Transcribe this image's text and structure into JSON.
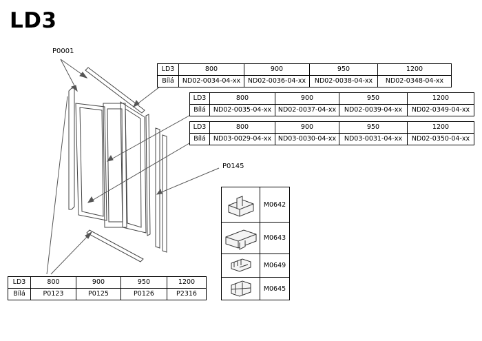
{
  "title": "LD3",
  "callouts": {
    "p0001": "P0001",
    "p0145": "P0145"
  },
  "table_top": {
    "header": [
      "LD3",
      "800",
      "900",
      "950",
      "1200"
    ],
    "row": [
      "Bílá",
      "ND02-0034-04-xx",
      "ND02-0036-04-xx",
      "ND02-0038-04-xx",
      "ND02-0348-04-xx"
    ]
  },
  "table_mid": {
    "header": [
      "LD3",
      "800",
      "900",
      "950",
      "1200"
    ],
    "row": [
      "Bílá",
      "ND02-0035-04-xx",
      "ND02-0037-04-xx",
      "ND02-0039-04-xx",
      "ND02-0349-04-xx"
    ]
  },
  "table_low": {
    "header": [
      "LD3",
      "800",
      "900",
      "950",
      "1200"
    ],
    "row": [
      "Bílá",
      "ND03-0029-04-xx",
      "ND03-0030-04-xx",
      "ND03-0031-04-xx",
      "ND02-0350-04-xx"
    ]
  },
  "table_bottom": {
    "header": [
      "LD3",
      "800",
      "900",
      "950",
      "1200"
    ],
    "row": [
      "Bílá",
      "P0123",
      "P0125",
      "P0126",
      "P2316"
    ]
  },
  "parts": [
    {
      "code": "M0642",
      "icon": "end-cap-icon"
    },
    {
      "code": "M0643",
      "icon": "roller-block-icon"
    },
    {
      "code": "M0649",
      "icon": "clip-icon"
    },
    {
      "code": "M0645",
      "icon": "connector-icon"
    }
  ]
}
